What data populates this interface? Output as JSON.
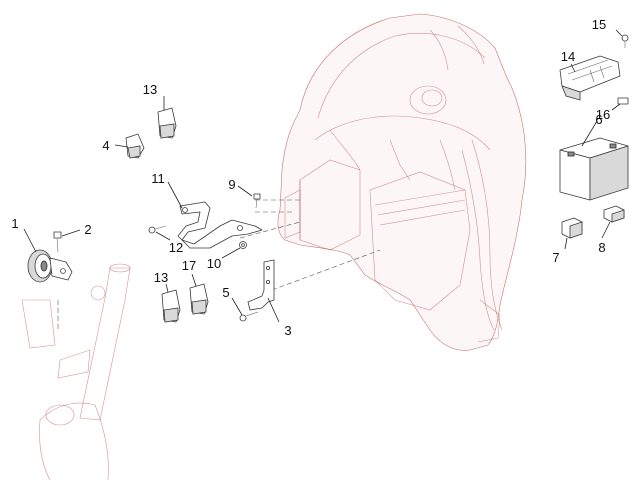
{
  "callouts": [
    {
      "id": "c1",
      "label": "1"
    },
    {
      "id": "c2",
      "label": "2"
    },
    {
      "id": "c3",
      "label": "3"
    },
    {
      "id": "c4",
      "label": "4"
    },
    {
      "id": "c5",
      "label": "5"
    },
    {
      "id": "c6",
      "label": "6"
    },
    {
      "id": "c7",
      "label": "7"
    },
    {
      "id": "c8",
      "label": "8"
    },
    {
      "id": "c9",
      "label": "9"
    },
    {
      "id": "c10",
      "label": "10"
    },
    {
      "id": "c11",
      "label": "11"
    },
    {
      "id": "c12",
      "label": "12"
    },
    {
      "id": "c13a",
      "label": "13"
    },
    {
      "id": "c13b",
      "label": "13"
    },
    {
      "id": "c14",
      "label": "14"
    },
    {
      "id": "c15",
      "label": "15"
    },
    {
      "id": "c16",
      "label": "16"
    },
    {
      "id": "c17",
      "label": "17"
    }
  ]
}
